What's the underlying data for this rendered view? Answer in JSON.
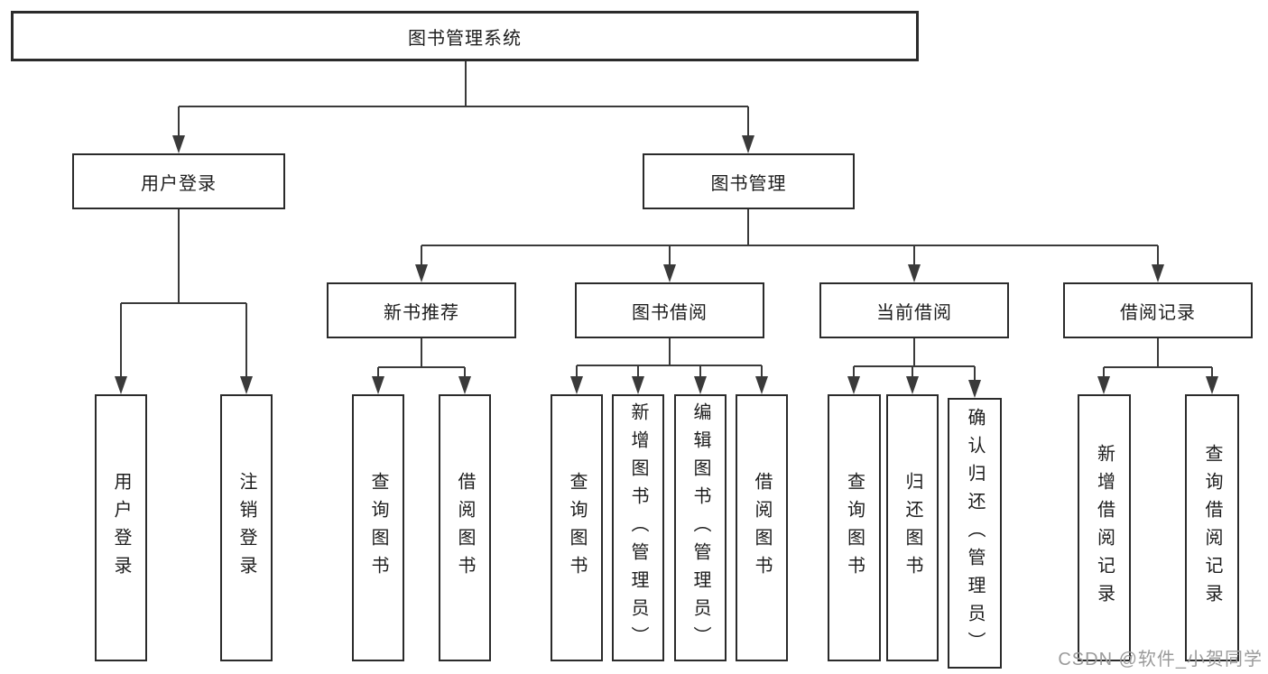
{
  "diagram": {
    "title_node": {
      "label": "图书管理系统"
    },
    "level2": [
      {
        "id": "user-login",
        "label": "用户登录"
      },
      {
        "id": "book-mgmt",
        "label": "图书管理"
      }
    ],
    "level3": [
      {
        "id": "new-book-recommend",
        "label": "新书推荐"
      },
      {
        "id": "book-borrow",
        "label": "图书借阅"
      },
      {
        "id": "current-borrow",
        "label": "当前借阅"
      },
      {
        "id": "borrow-record",
        "label": "借阅记录"
      }
    ],
    "leaves": {
      "user_login": [
        "用户登录",
        "注销登录"
      ],
      "new_book": [
        "查询图书",
        "借阅图书"
      ],
      "book_borrow": [
        "查询图书",
        "新增图书（管理员）",
        "编辑图书（管理员）",
        "借阅图书"
      ],
      "current_borrow": [
        "查询图书",
        "归还图书",
        "确认归还（管理员）"
      ],
      "borrow_record": [
        "新增借阅记录",
        "查询借阅记录"
      ]
    },
    "colors": {
      "line": "#3a3a3a",
      "box_border": "#2b2b2b",
      "text": "#1d1d1d",
      "watermark": "#9b9b9b",
      "background": "#ffffff"
    }
  },
  "watermark": {
    "text": "CSDN @软件_小贺同学"
  }
}
